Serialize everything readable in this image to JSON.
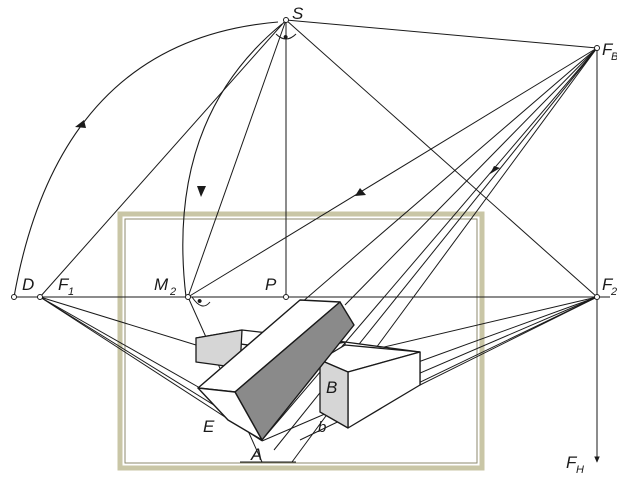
{
  "diagram": {
    "labels": {
      "S": "S",
      "F_B_main": "F",
      "F_B_sub": "B",
      "D": "D",
      "F1_main": "F",
      "F1_sub": "1",
      "M2_main": "M",
      "M2_sub": "2",
      "P": "P",
      "F2_main": "F",
      "F2_sub": "2",
      "B": "B",
      "E": "E",
      "b": "b",
      "A": "A",
      "FH_main": "F",
      "FH_sub": "H"
    },
    "colors": {
      "ink": "#1a1a1a",
      "frame_outer": "#c9c6a6",
      "frame_inner": "#8c8a6e",
      "prism_top": "#ffffff",
      "prism_side_light": "#d6d6d6",
      "prism_side_dark": "#8a8a8a"
    },
    "marks": {
      "right_angle_dot": "•"
    }
  }
}
